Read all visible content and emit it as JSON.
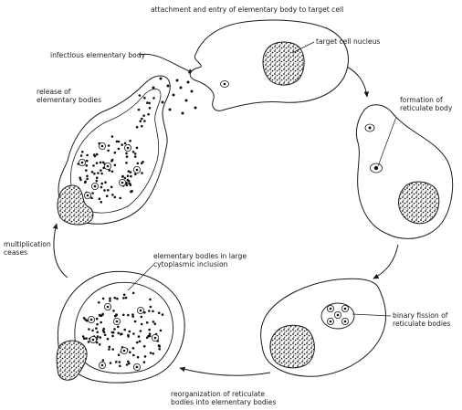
{
  "labels": {
    "attachment_entry": "attachment and entry of elementary body to target cell",
    "target_cell_nucleus": "target cell nucleus",
    "infectious_elementary_body": "infectious elementary body",
    "release": "release of\nelementary bodies",
    "formation_reticulate": "formation of\nreticulate body",
    "multiplication_ceases": "multiplication\nceases",
    "elementary_inclusion": "elementary bodies in large\ncytoplasmic inclusion",
    "binary_fission": "binary fission of\nreticulate bodies",
    "reorganization": "reorganization of reticulate\nbodies into elementary bodies"
  },
  "colors": {
    "stroke": "#1a1a1a",
    "fill": "#ffffff",
    "dots": "#111111"
  }
}
